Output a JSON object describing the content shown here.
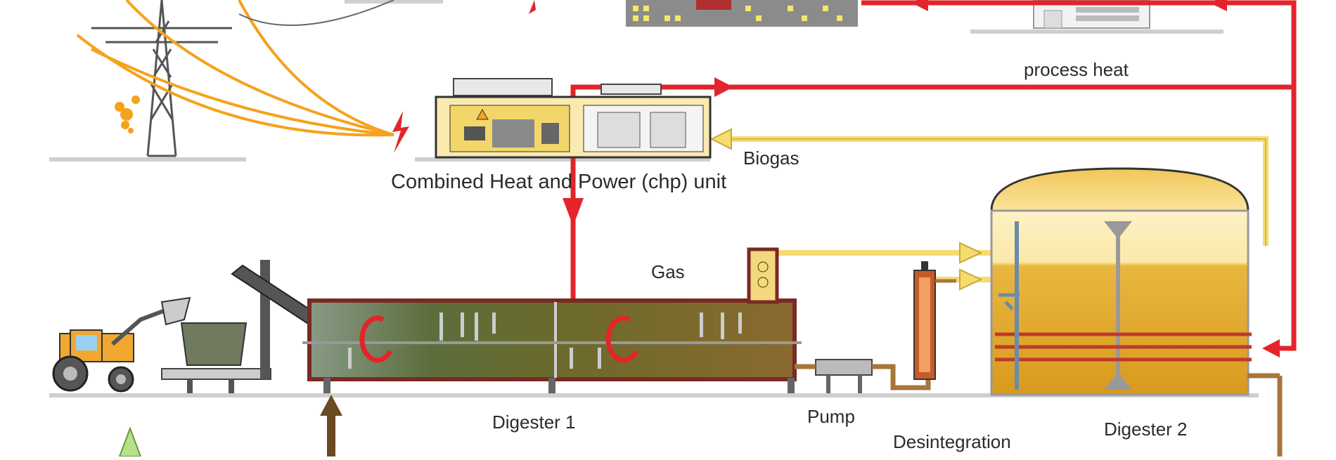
{
  "labels": {
    "process_heat": "process heat",
    "biogas": "Biogas",
    "chp_unit": "Combined Heat and Power (chp) unit",
    "gas": "Gas",
    "digester_1": "Digester 1",
    "pump": "Pump",
    "desintegration": "Desintegration",
    "digester_2": "Digester 2"
  },
  "colors": {
    "heat_pipe": "#e3242b",
    "biogas_pipe": "#f5dc6e",
    "power_line": "#f5a21c",
    "substrate": "#6b4a22",
    "digester_gold": "#f3c54a",
    "digester1_fill": "#7d6a2f",
    "ground_line": "#c9c9c9"
  }
}
